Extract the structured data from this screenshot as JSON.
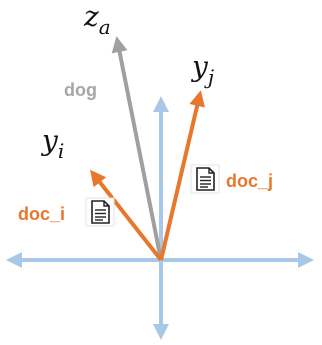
{
  "labels": {
    "z_main": "z",
    "z_sub": "a",
    "yj_main": "y",
    "yj_sub": "j",
    "yi_main": "y",
    "yi_sub": "i",
    "dog": "dog",
    "doc_j": "doc_j",
    "doc_i": "doc_i"
  },
  "colors": {
    "axis": "#a9c8e8",
    "gray_arrow": "#a0a0a0",
    "orange": "#e8772e",
    "dog_text": "#a6a6a6"
  },
  "icons": {
    "doc_j_icon": "document-icon",
    "doc_i_icon": "document-icon"
  }
}
